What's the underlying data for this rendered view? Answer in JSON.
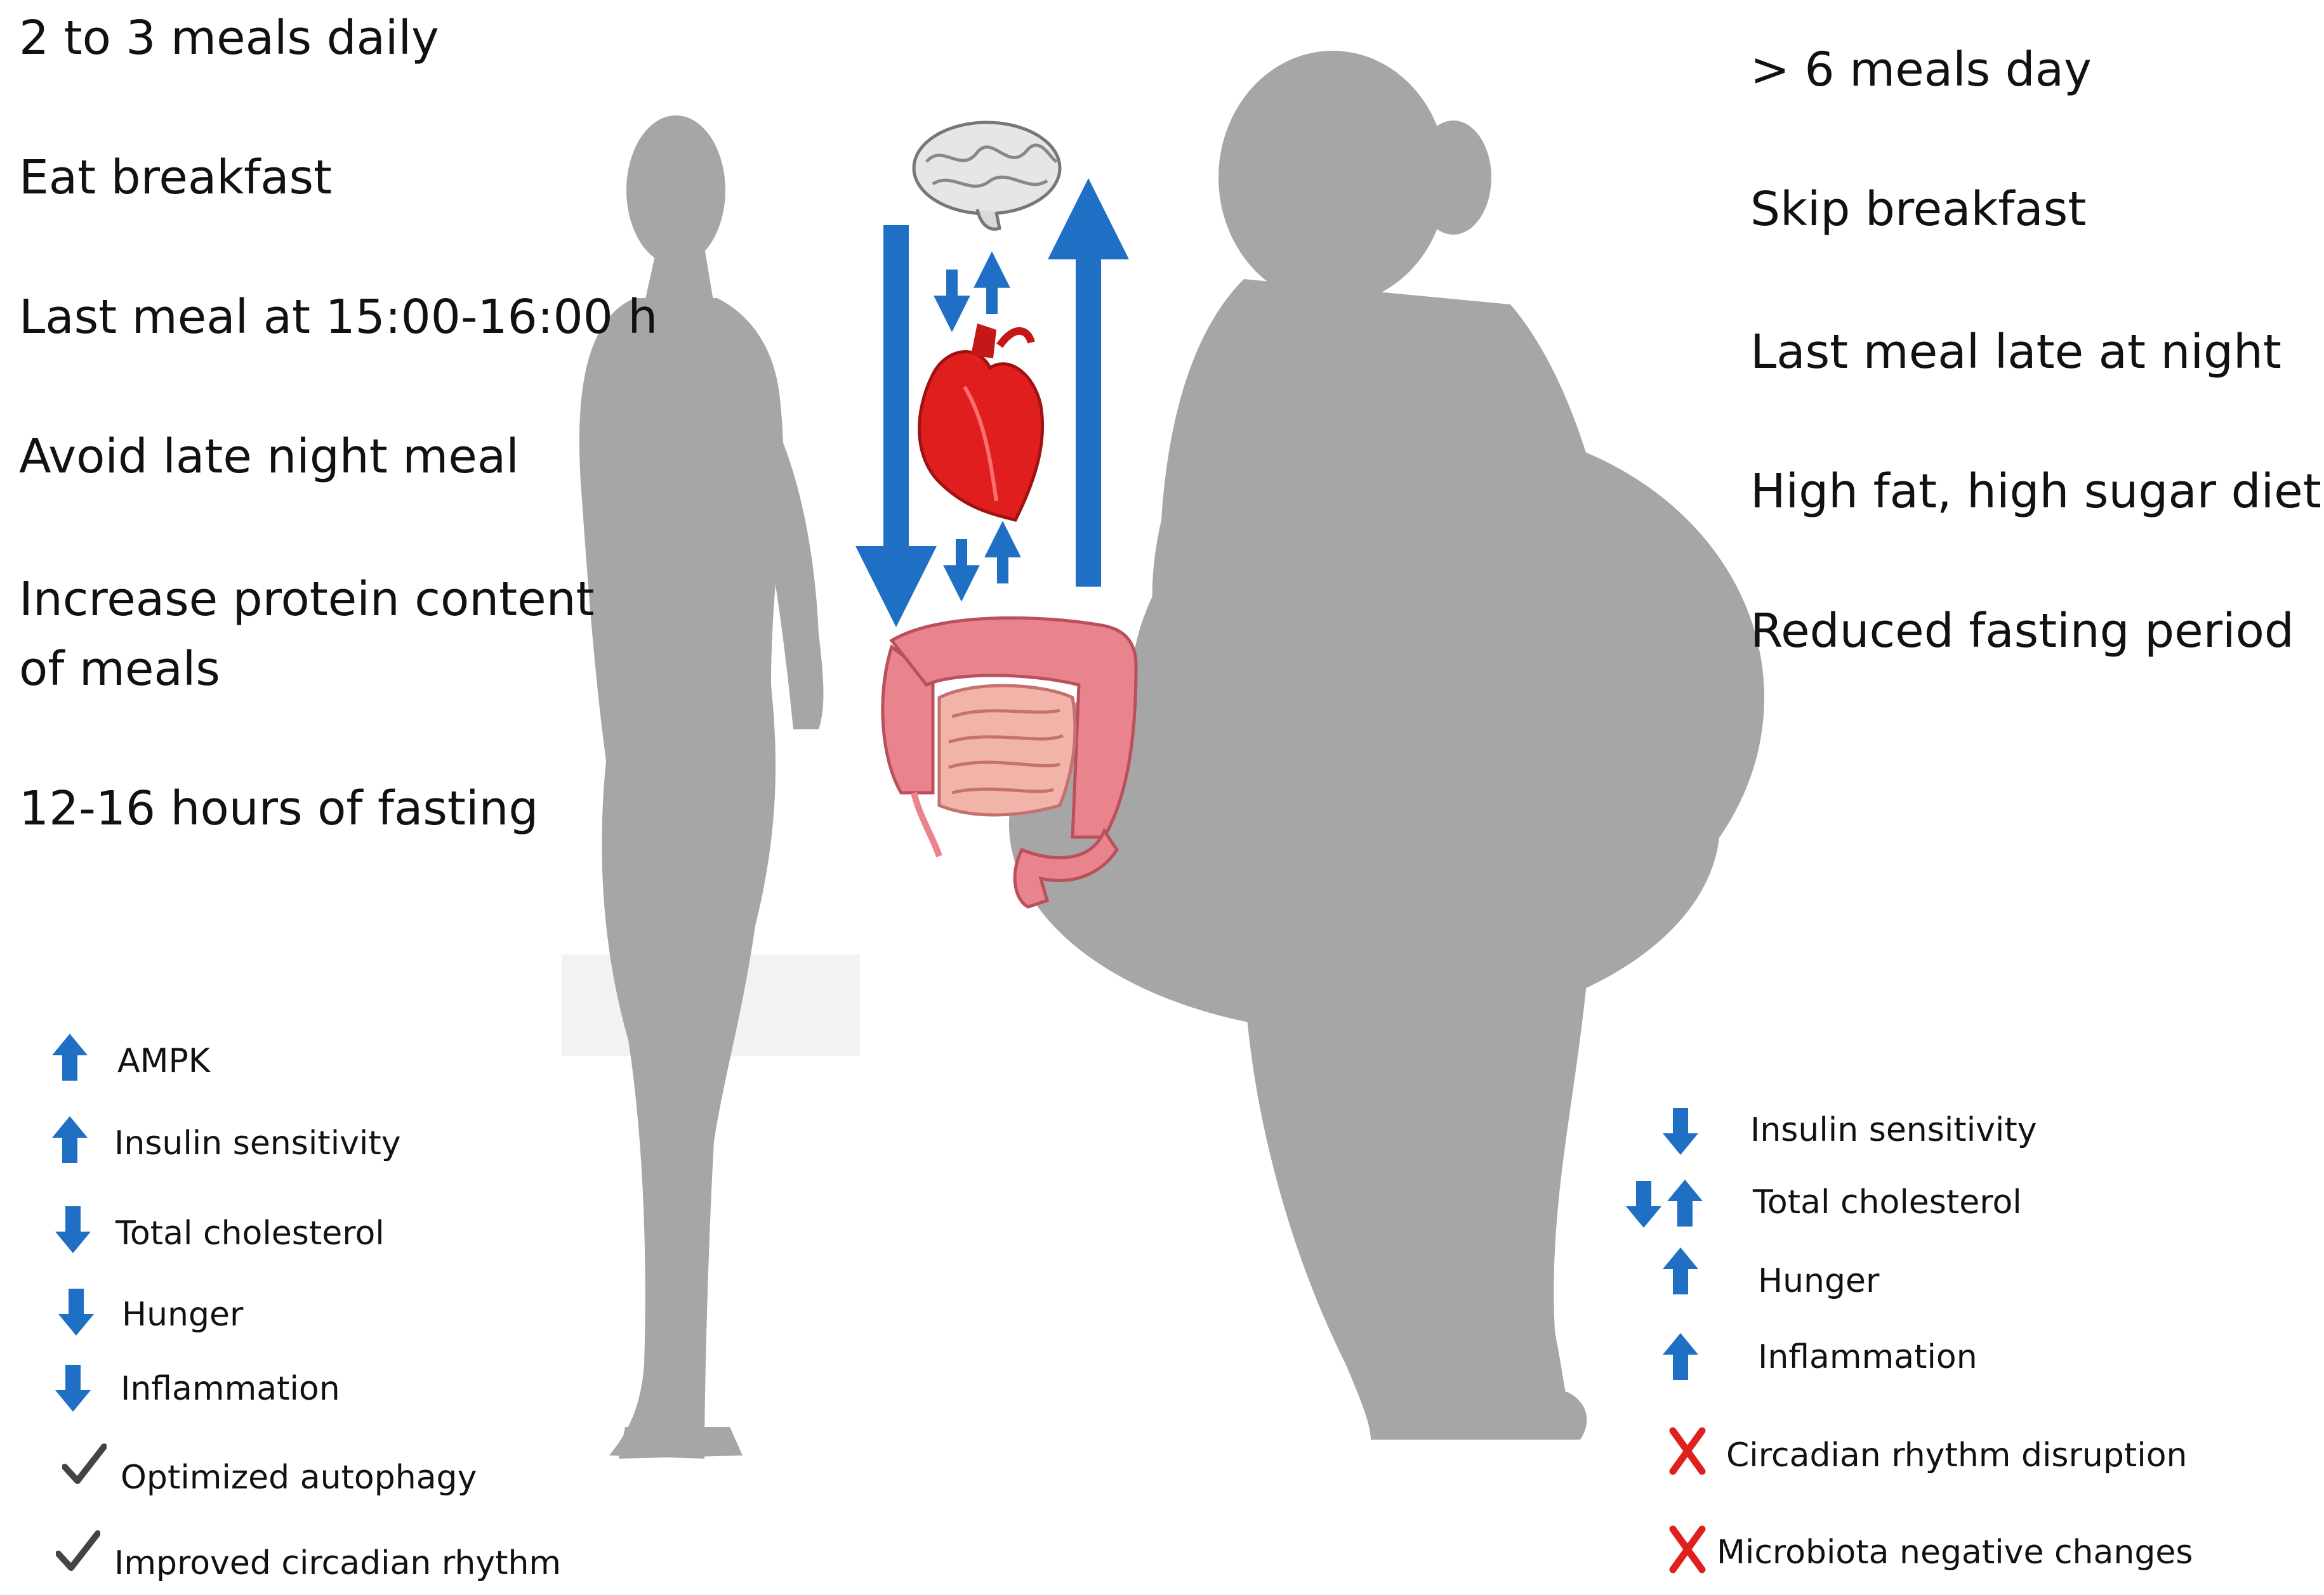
{
  "left_habits": [
    "2 to 3 meals daily",
    "Eat breakfast",
    "Last meal at 15:00-16:00 h",
    "Avoid late night meal",
    "Increase protein content",
    "of meals",
    "12-16 hours of fasting"
  ],
  "right_habits": [
    "> 6 meals day",
    "Skip breakfast",
    "Last meal late at night",
    "High fat, high sugar diet",
    "Reduced fasting period"
  ],
  "left_effects": [
    {
      "label": "AMPK",
      "icon": "arrow-up-icon"
    },
    {
      "label": "Insulin sensitivity",
      "icon": "arrow-up-icon"
    },
    {
      "label": "Total cholesterol",
      "icon": "arrow-down-icon"
    },
    {
      "label": "Hunger",
      "icon": "arrow-down-icon"
    },
    {
      "label": "Inflammation",
      "icon": "arrow-down-icon"
    },
    {
      "label": "Optimized autophagy",
      "icon": "checkmark-icon"
    },
    {
      "label": "Improved circadian rhythm",
      "icon": "checkmark-icon"
    }
  ],
  "right_effects": [
    {
      "label": "Insulin sensitivity",
      "icon": "arrow-down-icon"
    },
    {
      "label": "Total cholesterol",
      "icon": "arrow-down-up-icon"
    },
    {
      "label": "Hunger",
      "icon": "arrow-up-icon"
    },
    {
      "label": "Inflammation",
      "icon": "arrow-up-icon"
    },
    {
      "label": "Circadian rhythm disruption",
      "icon": "cross-icon"
    },
    {
      "label": "Microbiota negative changes",
      "icon": "cross-icon"
    }
  ],
  "colors": {
    "arrow_blue": "#1f6fc5",
    "silhouette_gray": "#a6a6a6",
    "cross_red": "#e0201f",
    "check_gray": "#444444",
    "heart_red": "#e01e1e",
    "intestine_pink": "#e9848e"
  }
}
